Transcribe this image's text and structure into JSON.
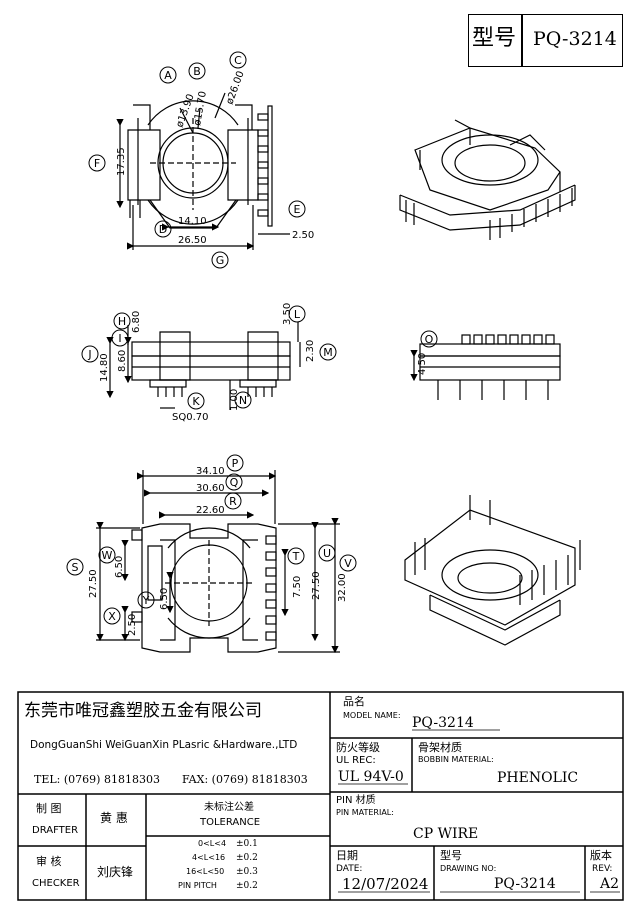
{
  "header": {
    "type_label": "型号",
    "model": "PQ-3214"
  },
  "dimensions": {
    "top_view": {
      "d_a": "ø13.90",
      "d_b": "ø15.70",
      "d_c": "ø26.00",
      "h_f": "17.35",
      "w_d": "14.10",
      "w_g": "26.50",
      "e": "2.50"
    },
    "side_view": {
      "h": "6.80",
      "j": "14.80",
      "i": "8.60",
      "k": "SQ0.70",
      "n": "1.00",
      "l": "3.50",
      "m": "2.30"
    },
    "end_view": {
      "o": "4.50"
    },
    "bottom_view": {
      "p": "34.10",
      "q": "30.60",
      "r": "22.60",
      "s": "27.50",
      "w": "6.50",
      "x": "2.50",
      "y": "6.50",
      "t": "7.50",
      "u": "27.50",
      "v": "32.00"
    }
  },
  "callouts": [
    "A",
    "B",
    "C",
    "D",
    "E",
    "F",
    "G",
    "H",
    "I",
    "J",
    "K",
    "L",
    "M",
    "N",
    "O",
    "P",
    "Q",
    "R",
    "S",
    "T",
    "U",
    "V",
    "W",
    "X",
    "Y"
  ],
  "title_block": {
    "company_cn": "东莞市唯冠鑫塑胶五金有限公司",
    "company_en": "DongGuanShi WeiGuanXin PLasric &Hardware.,LTD",
    "tel": "TEL: (0769) 81818303",
    "fax": "FAX: (0769) 81818303",
    "model_name_cn": "品名",
    "model_name_en": "MODEL NAME:",
    "model_name_value": "PQ-3214",
    "ul_cn": "防火等级",
    "ul_en": "UL REC:",
    "ul_value": "UL 94V-0",
    "bobbin_cn": "骨架材质",
    "bobbin_en": "BOBBIN MATERIAL:",
    "bobbin_value": "PHENOLIC",
    "pin_cn": "PIN 材质",
    "pin_en": "PIN MATERIAL:",
    "pin_value": "CP WIRE",
    "drafter_cn": "制 图",
    "drafter_en": "DRAFTER",
    "drafter_name": "黄 惠",
    "checker_cn": "审 核",
    "checker_en": "CHECKER",
    "checker_name": "刘庆锋",
    "tolerance_cn": "未标注公差",
    "tolerance_en": "TOLERANCE",
    "tol_rows": [
      {
        "range": "0<L<4",
        "value": "±0.1"
      },
      {
        "range": "4<L<16",
        "value": "±0.2"
      },
      {
        "range": "16<L<50",
        "value": "±0.3"
      },
      {
        "range": "PIN PITCH",
        "value": "±0.2"
      }
    ],
    "date_cn": "日期",
    "date_en": "DATE:",
    "date_value": "12/07/2024",
    "drawing_cn": "型号",
    "drawing_en": "DRAWING NO:",
    "drawing_value": "PQ-3214",
    "rev_cn": "版本",
    "rev_en": "REV:",
    "rev_value": "A2"
  }
}
